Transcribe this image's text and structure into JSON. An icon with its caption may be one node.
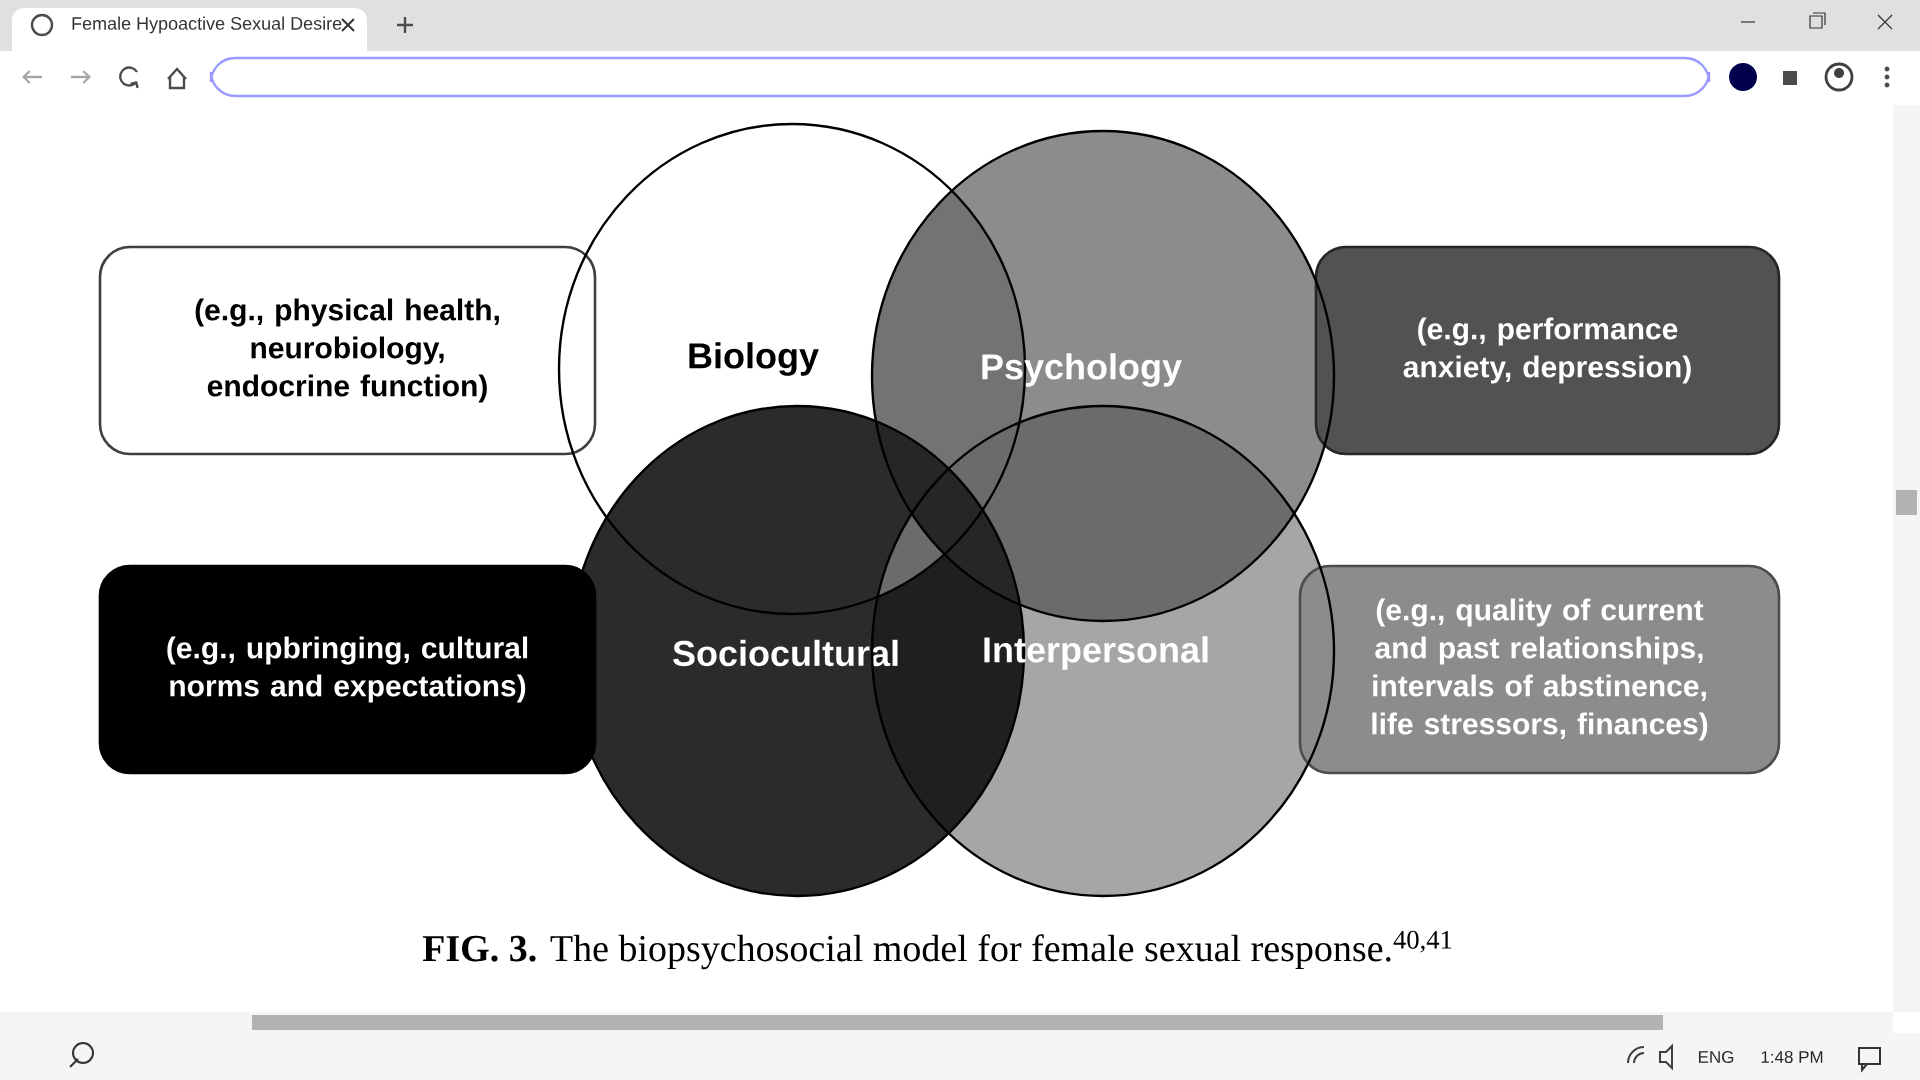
{
  "diagram": {
    "caption": "**FIG. 3.** The biopsychosocial model for female sexual response.$^{40,41}$",
    "nodes": [
      {
        "text": [
          "(e.g., physical health, neurobiology, endocrine function)"
        ]
      },
      {
        "text": [
          "Biology"
        ]
      },
      {
        "text": [
          "Psychology"
        ]
      },
      {
        "text": [
          "(e.g., performance anxiety, depression)"
        ]
      },
      {
        "text": [
          "(e.g., upbringing, cultural norms and expectations)"
        ]
      },
      {
        "text": [
          "Sociocultural"
        ]
      },
      {
        "text": [
          "Interpersonal"
        ]
      },
      {
        "text": [
          "(e.g., quality of current and past relationships, intervals of abstinence, life stressors, finances)"
        ]
      }
    ],
    "labels": [
      "Female Hypoactive Sexual Desire",
      "ENG",
      "1:48 PM"
    ]
  }
}
